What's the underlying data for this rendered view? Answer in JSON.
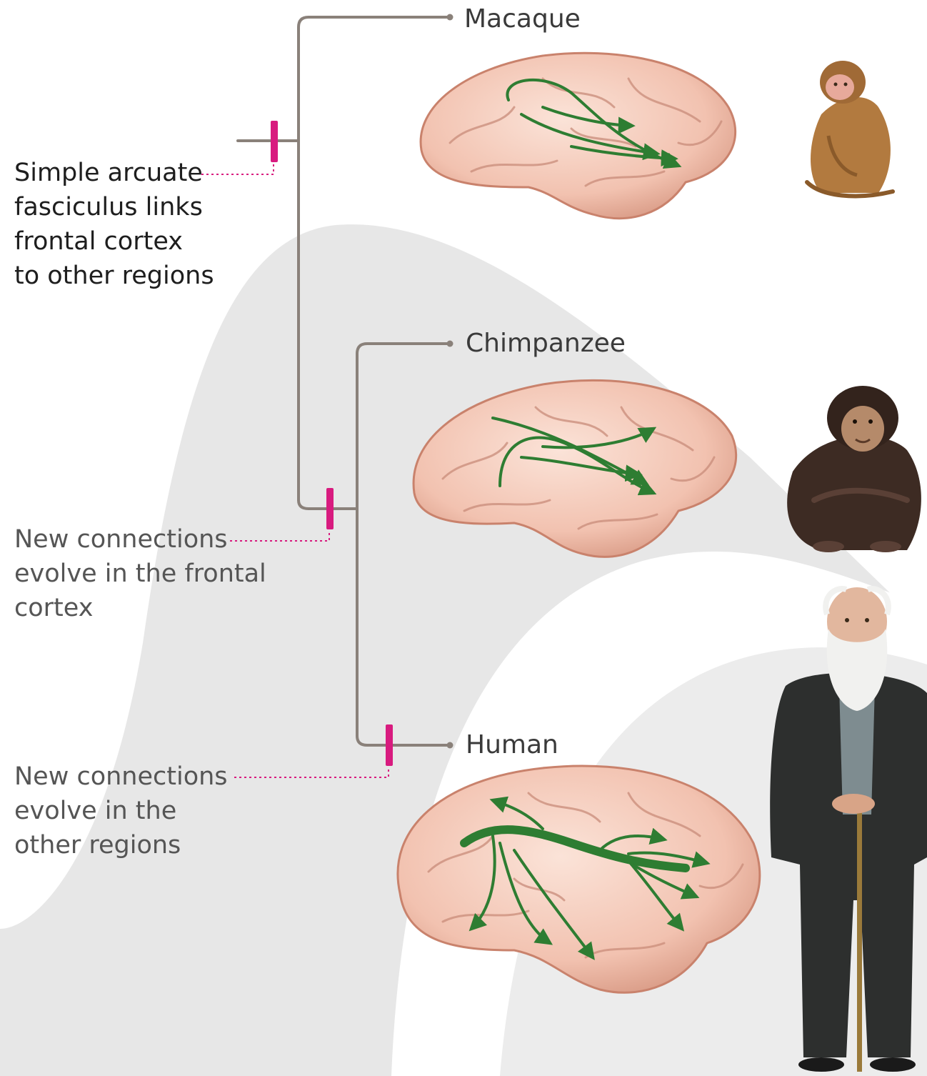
{
  "species": {
    "macaque": "Macaque",
    "chimpanzee": "Chimpanzee",
    "human": "Human"
  },
  "annotations": {
    "arcuate": [
      "Simple arcuate",
      "fasciculus links",
      "frontal cortex",
      "to other regions"
    ],
    "frontal": [
      "New connections",
      "evolve in the frontal",
      "cortex"
    ],
    "other": [
      "New connections",
      "evolve in the",
      "other regions"
    ]
  },
  "icons": {
    "macaque_brain": "brain-icon",
    "chimpanzee_brain": "brain-icon",
    "human_brain": "brain-icon",
    "macaque": "macaque-icon",
    "chimpanzee": "chimpanzee-icon",
    "human": "human-figure-icon"
  },
  "colors": {
    "tree_line": "#8a817a",
    "marker": "#d81b7f",
    "fibers": "#2e7d32",
    "brain": "#f2c2b0",
    "background_shape": "#e6e6e6"
  }
}
